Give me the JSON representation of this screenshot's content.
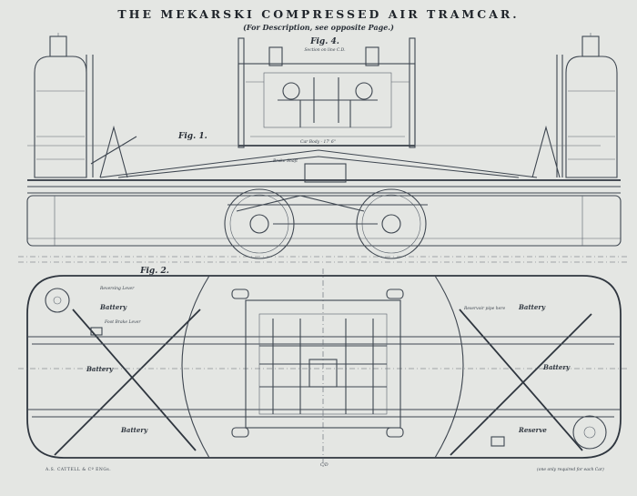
{
  "title": "THE MEKARSKI COMPRESSED AIR TRAMCAR.",
  "subtitle": "(For Description, see opposite Page.)",
  "figures": {
    "fig4": {
      "label": "Fig. 4.",
      "caption": "Section on line C.D."
    },
    "fig1": {
      "label": "Fig. 1."
    },
    "fig2": {
      "label": "Fig. 2."
    }
  },
  "annotations": {
    "car_body": "Car Body - 17' 6\"",
    "brake_shaft": "Brake Shaft",
    "reversing_lever": "Reversing Lever",
    "foot_brake_lever": "Foot Brake Lever",
    "battery_labels": [
      "Battery",
      "Battery",
      "Battery",
      "Battery",
      "Battery"
    ],
    "reserve": "Reserve",
    "reservoir_pipe": "Reservoir pipe here",
    "section_cd": "C/D",
    "maker_mark": "A.S. CATTELL & Cº ENGs.",
    "steering_note": "(one only required for each Car)"
  },
  "colors": {
    "paper": "#e4e6e3",
    "ink": "#3e4650"
  }
}
